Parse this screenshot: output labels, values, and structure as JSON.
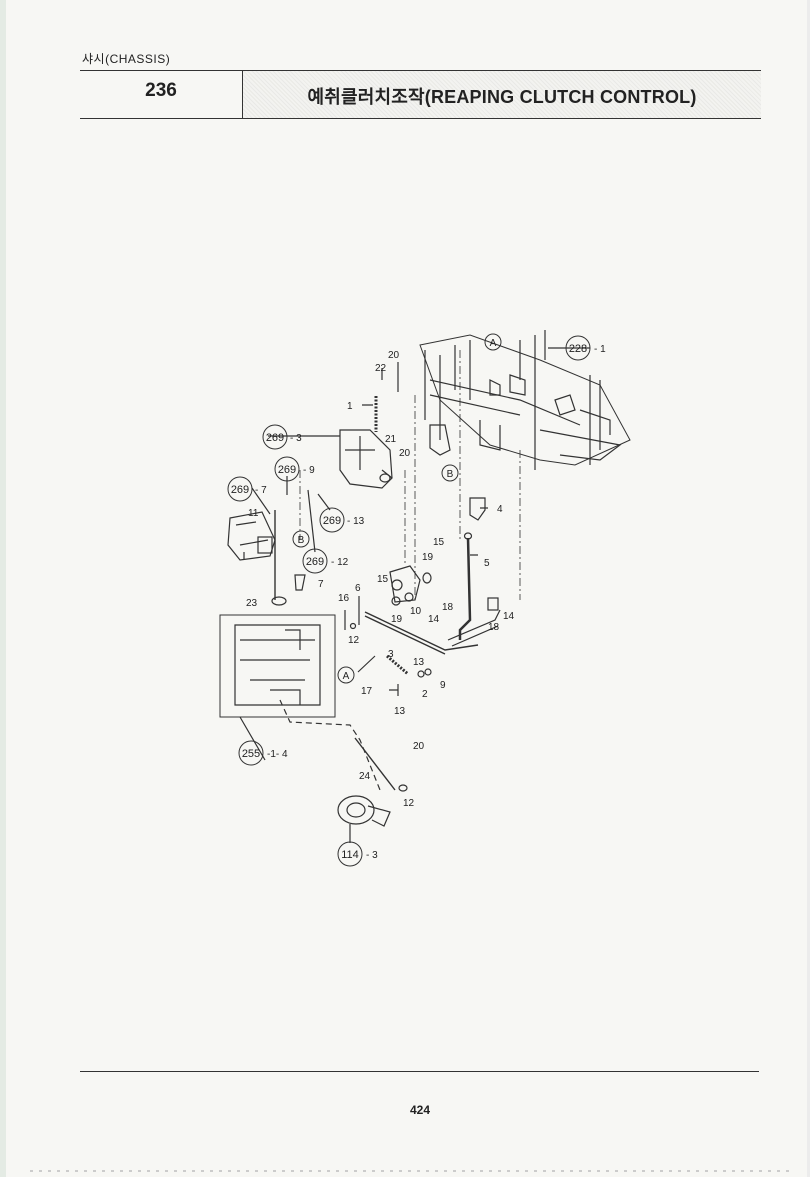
{
  "header": {
    "section_label": "샤시(CHASSIS)",
    "section_number": "236",
    "title": "예취클러치조작(REAPING CLUTCH CONTROL)"
  },
  "footer": {
    "page_number": "424"
  },
  "diagram": {
    "ref_callouts": [
      {
        "circle": "228",
        "suffix": "- 1"
      },
      {
        "circle": "269",
        "suffix": "- 3"
      },
      {
        "circle": "269",
        "suffix": "- 9"
      },
      {
        "circle": "269",
        "suffix": "- 7"
      },
      {
        "circle": "269",
        "suffix": "- 13"
      },
      {
        "circle": "269",
        "suffix": "- 12"
      },
      {
        "circle": "255",
        "suffix": "-1- 4"
      },
      {
        "circle": "114",
        "suffix": "- 3"
      }
    ],
    "connector_markers": [
      "A",
      "A",
      "B",
      "B"
    ],
    "part_numbers": [
      "20",
      "22",
      "1",
      "21",
      "20",
      "4",
      "5",
      "15",
      "19",
      "15",
      "19",
      "10",
      "18",
      "14",
      "18",
      "14",
      "11",
      "7",
      "6",
      "16",
      "12",
      "23",
      "3",
      "13",
      "2",
      "9",
      "17",
      "13",
      "20",
      "24",
      "12"
    ]
  }
}
